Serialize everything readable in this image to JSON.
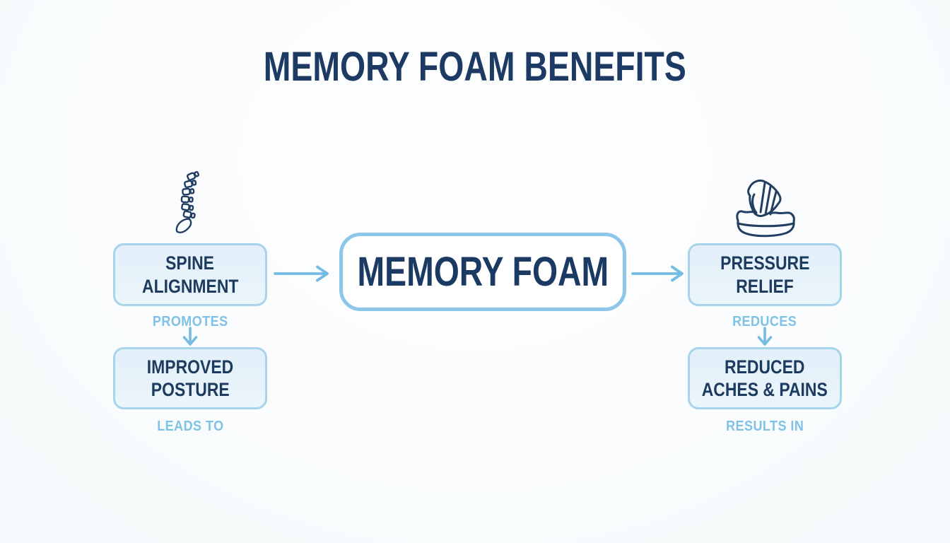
{
  "title": "MEMORY FOAM BENEFITS",
  "center_box": {
    "label": "MEMORY FOAM"
  },
  "left_branch": {
    "icon": "spine-icon",
    "top_box": {
      "line1": "SPINE",
      "line2": "ALIGNMENT"
    },
    "connector_label": "PROMOTES",
    "bottom_box": {
      "line1": "IMPROVED",
      "line2": "POSTURE"
    },
    "footer_label": "LEADS TO"
  },
  "right_branch": {
    "icon": "hand-pressing-foam-icon",
    "top_box": {
      "line1": "PRESSURE",
      "line2": "RELIEF"
    },
    "connector_label": "REDUCES",
    "bottom_box": {
      "line1": "REDUCED",
      "line2": "ACHES & PAINS"
    },
    "footer_label": "RESULTS IN"
  },
  "colors": {
    "title_navy": "#1c3a63",
    "box_text_navy": "#1d3a5f",
    "icon_stroke_navy": "#223e62",
    "accent_light_blue": "#7fc2e5",
    "arrow_blue": "#74bce2",
    "box_border": "#a7d4ea",
    "center_box_border": "#8cc6e8",
    "box_fill": "#e6f2f9",
    "background": "#fbfdfe"
  }
}
